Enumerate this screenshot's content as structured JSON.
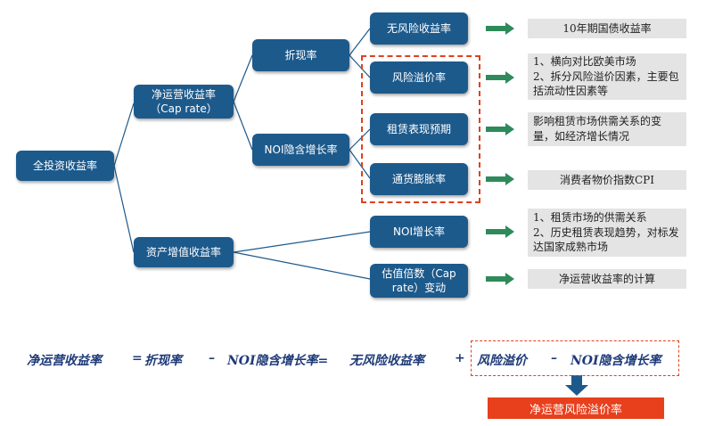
{
  "colors": {
    "node": "#1d5a8c",
    "arrow": "#2e8a5a",
    "highlight": "#e0401f",
    "result_bg": "#e8401d",
    "note_bg": "#e4e4e4",
    "formula": "#1e3a78"
  },
  "nodes": {
    "root": "全投资收益率",
    "cap_rate_line1": "净运营收益率",
    "cap_rate_line2": "（Cap rate）",
    "asset_appreciation": "资产增值收益率",
    "discount_rate": "折现率",
    "noi_implied_growth": "NOI隐含增长率",
    "risk_free_rate": "无风险收益率",
    "risk_premium": "风险溢价率",
    "rent_expectation": "租赁表现预期",
    "inflation": "通货膨胀率",
    "noi_growth": "NOI增长率",
    "valuation_multiple_line1": "估值倍数（Cap",
    "valuation_multiple_line2": "rate）变动"
  },
  "notes": {
    "risk_free": "10年期国债收益率",
    "risk_premium_1": "1、横向对比欧美市场",
    "risk_premium_2": "2、拆分风险溢价因素，主要包括流动性因素等",
    "rent": "影响租赁市场供需关系的变量，如经济增长情况",
    "inflation": "消费者物价指数CPI",
    "noi_growth_1": "1、租赁市场的供需关系",
    "noi_growth_2": "2、历史租赁表现趋势，对标发达国家成熟市场",
    "valuation": "净运营收益率的计算"
  },
  "formula": {
    "lhs": "净运营收益率",
    "eq1": "=",
    "term1": "折现率",
    "minus1": "–",
    "term2": "NOI隐含增长率=",
    "term3": "无风险收益率",
    "plus": "+",
    "term4": "风险溢价",
    "minus2": "–",
    "term5": "NOI隐含增长率"
  },
  "result": "净运营风险溢价率"
}
